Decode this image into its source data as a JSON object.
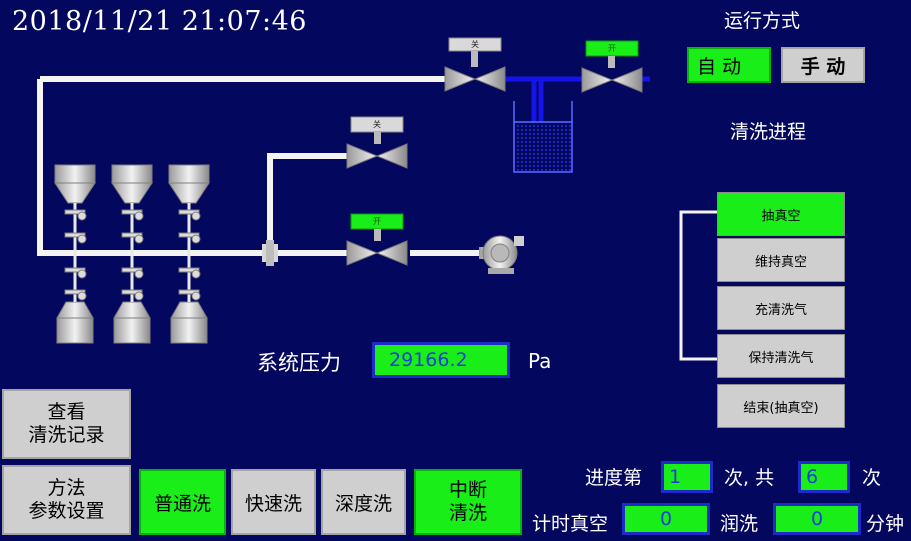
{
  "datetime": "2018/11/21  21:07:46",
  "run_mode": {
    "title": "运行方式",
    "auto": "自 动",
    "manual": "手 动"
  },
  "process": {
    "title": "清洗进程",
    "steps": [
      "抽真空",
      "维持真空",
      "充清洗气",
      "保持清洗气",
      "结束(抽真空)"
    ],
    "active_step": 0
  },
  "valve_labels": {
    "top_left": "关",
    "top_right": "开",
    "middle": "关",
    "pump": "开"
  },
  "pressure": {
    "label": "系统压力",
    "value": "29166.2",
    "unit": "Pa"
  },
  "buttons": {
    "view_records": [
      "查看",
      "清洗记录"
    ],
    "method_settings": [
      "方法",
      "参数设置"
    ],
    "normal_wash": "普通洗",
    "quick_wash": "快速洗",
    "deep_wash": "深度洗",
    "interrupt": [
      "中断",
      "清洗"
    ]
  },
  "progress": {
    "prefix": "进度第",
    "current": "1",
    "middle": "次, 共",
    "total": "6",
    "suffix": "次",
    "vac_label": "计时真空",
    "vac_value": "0",
    "wet_label": "润洗",
    "wet_value": "0",
    "unit": "分钟"
  },
  "colors": {
    "background": "#03075e",
    "active_green": "#19ee19",
    "inactive_gray": "#cfcfcf",
    "pipe_blue": "#1010e0"
  }
}
